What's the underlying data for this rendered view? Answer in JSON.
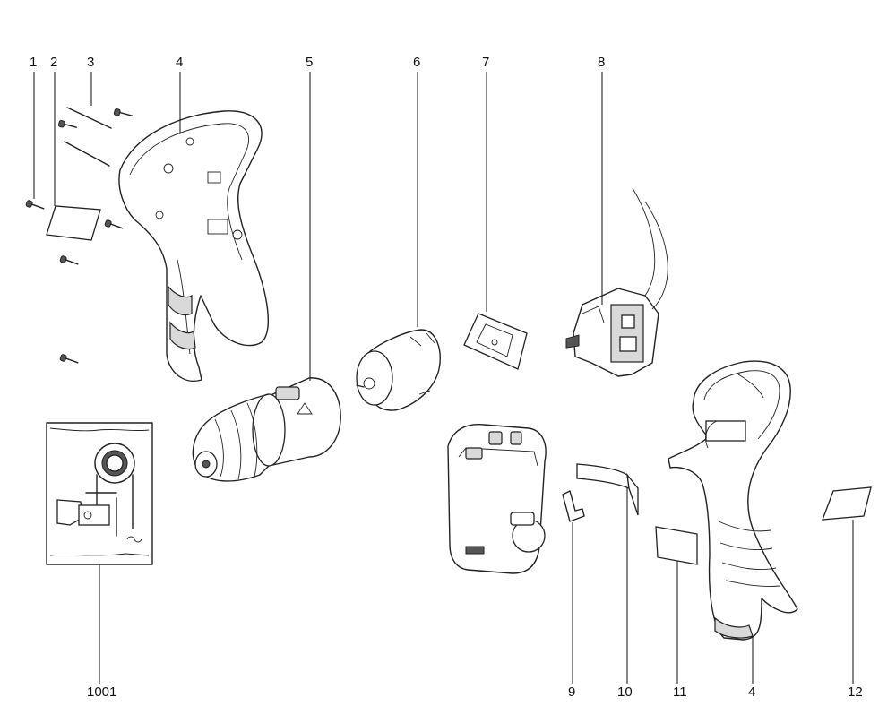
{
  "diagram": {
    "type": "exploded-parts-view",
    "callouts": {
      "c1": "1",
      "c2": "2",
      "c3": "3",
      "c4_top": "4",
      "c5": "5",
      "c6": "6",
      "c7": "7",
      "c8": "8",
      "c1001": "1001",
      "c9": "9",
      "c10": "10",
      "c11": "11",
      "c4_bottom": "4",
      "c12": "12"
    }
  }
}
